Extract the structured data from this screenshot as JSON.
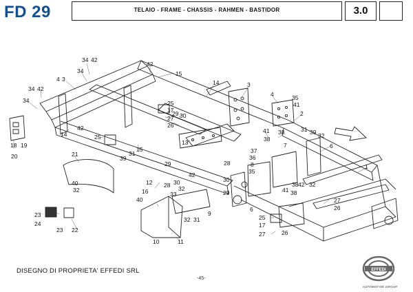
{
  "header": {
    "model": "FD 29",
    "title": "TELAIO - FRAME - CHASSIS - RAHMEN - BASTIDOR",
    "section_code": "3.0",
    "extra_box": ""
  },
  "footer": {
    "ownership": "DISEGNO DI PROPRIETA' EFFEDI SRL",
    "page": "-45-",
    "logo_text": "EFFEDI",
    "logo_sub": "AUTOMOTIVE GROUP"
  },
  "callouts": [
    {
      "id": "c1",
      "text": "34"
    },
    {
      "id": "c2",
      "text": "42"
    },
    {
      "id": "c3",
      "text": "34"
    },
    {
      "id": "c4",
      "text": "4"
    },
    {
      "id": "c5",
      "text": "3"
    },
    {
      "id": "c6",
      "text": "42"
    },
    {
      "id": "c7",
      "text": "15"
    },
    {
      "id": "c8",
      "text": "34"
    },
    {
      "id": "c9",
      "text": "42"
    },
    {
      "id": "c10",
      "text": "34"
    },
    {
      "id": "c11",
      "text": "14"
    },
    {
      "id": "c12",
      "text": "3"
    },
    {
      "id": "c13",
      "text": "4"
    },
    {
      "id": "c14",
      "text": "35"
    },
    {
      "id": "c15",
      "text": "41"
    },
    {
      "id": "c16",
      "text": "2"
    },
    {
      "id": "c17",
      "text": "25"
    },
    {
      "id": "c18",
      "text": "17"
    },
    {
      "id": "c19",
      "text": "29"
    },
    {
      "id": "c20",
      "text": "27"
    },
    {
      "id": "c21",
      "text": "30"
    },
    {
      "id": "c22",
      "text": "26"
    },
    {
      "id": "c23",
      "text": "42"
    },
    {
      "id": "c24",
      "text": "14"
    },
    {
      "id": "c25",
      "text": "18"
    },
    {
      "id": "c26",
      "text": "19"
    },
    {
      "id": "c27",
      "text": "20"
    },
    {
      "id": "c28",
      "text": "25"
    },
    {
      "id": "c29",
      "text": "15"
    },
    {
      "id": "c30",
      "text": "13"
    },
    {
      "id": "c31",
      "text": "41"
    },
    {
      "id": "c32",
      "text": "38"
    },
    {
      "id": "c33",
      "text": "31"
    },
    {
      "id": "c34",
      "text": "39"
    },
    {
      "id": "c35",
      "text": "32"
    },
    {
      "id": "c36",
      "text": "38"
    },
    {
      "id": "c37",
      "text": "6"
    },
    {
      "id": "c38",
      "text": "21"
    },
    {
      "id": "c39",
      "text": "39"
    },
    {
      "id": "c40",
      "text": "31"
    },
    {
      "id": "c41",
      "text": "29"
    },
    {
      "id": "c42",
      "text": "37"
    },
    {
      "id": "c43",
      "text": "7"
    },
    {
      "id": "c44",
      "text": "36"
    },
    {
      "id": "c45",
      "text": "8"
    },
    {
      "id": "c46",
      "text": "28"
    },
    {
      "id": "c47",
      "text": "35"
    },
    {
      "id": "c48",
      "text": "1"
    },
    {
      "id": "c49",
      "text": "40"
    },
    {
      "id": "c50",
      "text": "32"
    },
    {
      "id": "c51",
      "text": "12"
    },
    {
      "id": "c52",
      "text": "16"
    },
    {
      "id": "c53",
      "text": "28"
    },
    {
      "id": "c54",
      "text": "30"
    },
    {
      "id": "c55",
      "text": "32"
    },
    {
      "id": "c56",
      "text": "42"
    },
    {
      "id": "c57",
      "text": "40"
    },
    {
      "id": "c58",
      "text": "33"
    },
    {
      "id": "c59",
      "text": "30"
    },
    {
      "id": "c60",
      "text": "29"
    },
    {
      "id": "c61",
      "text": "41"
    },
    {
      "id": "c62",
      "text": "38"
    },
    {
      "id": "c63",
      "text": "42"
    },
    {
      "id": "c64",
      "text": "32"
    },
    {
      "id": "c65",
      "text": "38"
    },
    {
      "id": "c66",
      "text": "23"
    },
    {
      "id": "c67",
      "text": "24"
    },
    {
      "id": "c68",
      "text": "23"
    },
    {
      "id": "c69",
      "text": "22"
    },
    {
      "id": "c70",
      "text": "10"
    },
    {
      "id": "c71",
      "text": "11"
    },
    {
      "id": "c72",
      "text": "32"
    },
    {
      "id": "c73",
      "text": "31"
    },
    {
      "id": "c74",
      "text": "9"
    },
    {
      "id": "c75",
      "text": "6"
    },
    {
      "id": "c76",
      "text": "25"
    },
    {
      "id": "c77",
      "text": "17"
    },
    {
      "id": "c78",
      "text": "27"
    },
    {
      "id": "c79",
      "text": "26"
    },
    {
      "id": "c80",
      "text": "27"
    },
    {
      "id": "c81",
      "text": "26"
    }
  ]
}
